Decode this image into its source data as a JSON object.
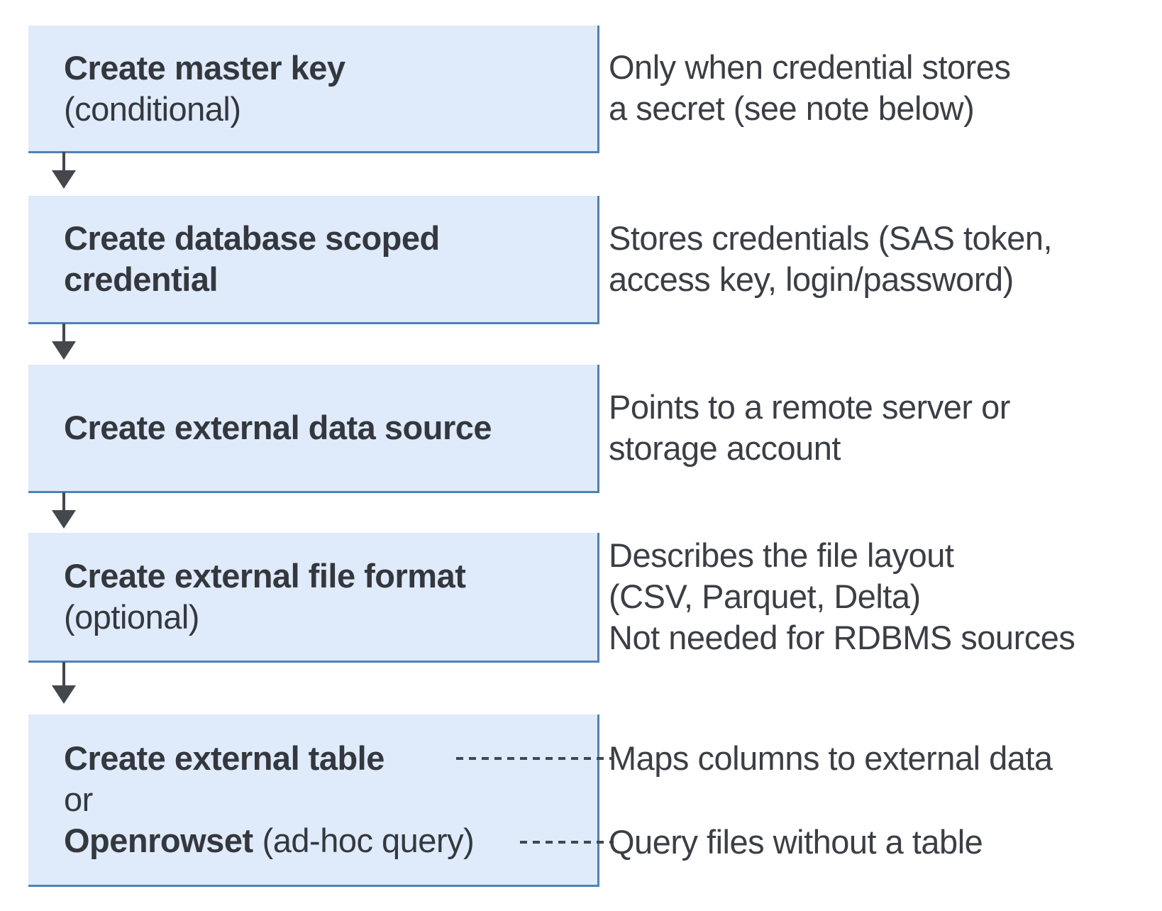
{
  "colors": {
    "box_fill": "#dfeafa",
    "box_border": "#4f82b6",
    "title_text": "#34383e",
    "note_text": "#3b3f45",
    "connector": "#44474c"
  },
  "flow": {
    "steps": [
      {
        "title": "Create master key",
        "subtitle": "(conditional)",
        "note_lines": [
          "Only when credential stores",
          "a secret (see note below)"
        ]
      },
      {
        "title": "Create database scoped credential",
        "note_lines": [
          "Stores credentials (SAS token,",
          "access key, login/password)"
        ]
      },
      {
        "title": "Create external data source",
        "note_lines": [
          "Points to a remote server or",
          "storage account"
        ]
      },
      {
        "title": "Create external file format",
        "subtitle": "(optional)",
        "note_lines": [
          "Describes the file layout",
          "(CSV, Parquet, Delta)",
          "Not needed for RDBMS sources"
        ]
      },
      {
        "title": "Create external table",
        "or_label": "or",
        "alt_title": "Openrowset",
        "alt_suffix": "(ad-hoc query)",
        "note_table": "Maps columns to external data",
        "note_openrowset": "Query files without a table"
      }
    ]
  }
}
